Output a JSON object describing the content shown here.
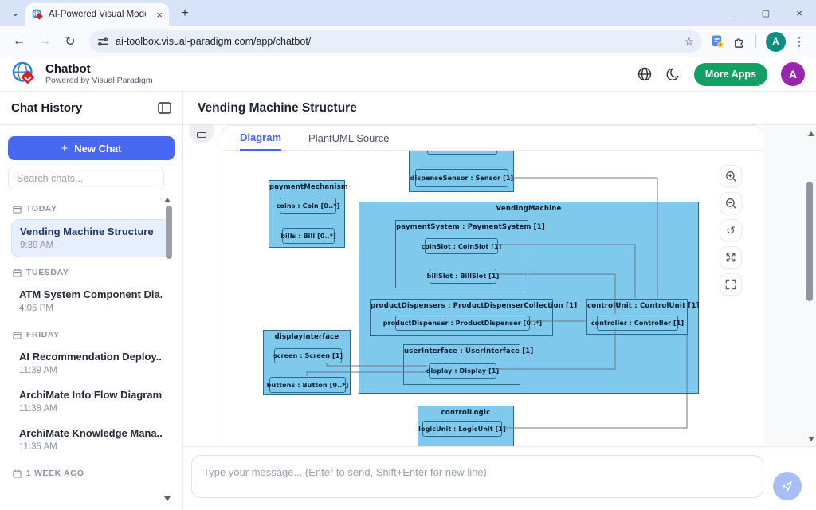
{
  "browser": {
    "tab_title": "AI-Powered Visual Modeling Ch",
    "url": "ai-toolbox.visual-paradigm.com/app/chatbot/",
    "profile_letter": "A",
    "window_controls": {
      "minimize": "–",
      "maximize": "▢",
      "close": "×"
    }
  },
  "glyphs": {
    "back": "←",
    "forward": "→",
    "reload": "↻",
    "star": "☆",
    "kebab": "⋮",
    "new_tab": "+",
    "tab_close": "×",
    "tab_chevron": "⌄",
    "plus": "+",
    "reset": "↺"
  },
  "header": {
    "app_name": "Chatbot",
    "powered_by_prefix": "Powered by ",
    "powered_by_link": "Visual Paradigm",
    "more_apps_label": "More Apps",
    "avatar_letter": "A"
  },
  "sidebar": {
    "title": "Chat History",
    "new_chat_label": "New Chat",
    "search_placeholder": "Search chats...",
    "groups": [
      {
        "label": "TODAY",
        "items": [
          {
            "title": "Vending Machine Structure",
            "time": "9:39 AM",
            "selected": true
          }
        ]
      },
      {
        "label": "TUESDAY",
        "items": [
          {
            "title": "ATM System Component Dia...",
            "time": "4:06 PM",
            "selected": false
          }
        ]
      },
      {
        "label": "FRIDAY",
        "items": [
          {
            "title": "AI Recommendation Deploy...",
            "time": "11:39 AM",
            "selected": false
          },
          {
            "title": "ArchiMate Info Flow Diagram",
            "time": "11:38 AM",
            "selected": false
          },
          {
            "title": "ArchiMate Knowledge Mana...",
            "time": "11:35 AM",
            "selected": false
          }
        ]
      },
      {
        "label": "1 WEEK AGO",
        "items": []
      }
    ]
  },
  "main": {
    "title": "Vending Machine Structure",
    "tabs": [
      {
        "label": "Diagram",
        "active": true
      },
      {
        "label": "PlantUML Source",
        "active": false
      }
    ]
  },
  "diagram": {
    "dispense_sensor": "dispenseSensor : Sensor [1]",
    "payment_mechanism_title": "paymentMechanism",
    "coins": "coins : Coin [0..*]",
    "bills": "bills : Bill [0..*]",
    "vending_machine_title": "VendingMachine",
    "payment_system_title": "paymentSystem : PaymentSystem [1]",
    "coin_slot": "coinSlot : CoinSlot [1]",
    "bill_slot": "billSlot : BillSlot [1]",
    "product_dispensers_title": "productDispensers : ProductDispenserCollection [1]",
    "product_dispenser": "productDispenser : ProductDispenser [0..*]",
    "control_unit_title": "controlUnit : ControlUnit [1]",
    "controller": "controller : Controller [1]",
    "user_interface_title": "userInterface : UserInterface [1]",
    "display": "display : Display [1]",
    "display_interface_title": "displayInterface",
    "screen": "screen : Screen [1]",
    "buttons": "buttons : Button [0..*]",
    "control_logic_title": "controlLogic",
    "logic_unit": "logicUnit : LogicUnit [1]"
  },
  "viewer_tools": [
    "zoom-in",
    "zoom-out",
    "reset-view",
    "expand",
    "fullscreen"
  ],
  "composer": {
    "placeholder": "Type your message... (Enter to send, Shift+Enter for new line)"
  },
  "colors": {
    "accent_blue": "#4968f2",
    "tab_active_blue": "#3f66f4",
    "selected_chat_bg": "#e7effe",
    "more_apps_green": "#12a162",
    "app_avatar_purple": "#9a23b0",
    "browser_avatar_teal": "#0b8e82",
    "diagram_fill": "#7fc9ec",
    "diagram_border": "#2f6a8e",
    "send_button": "#a9bdf7",
    "chrome_titlebar": "#d8e3fa"
  }
}
